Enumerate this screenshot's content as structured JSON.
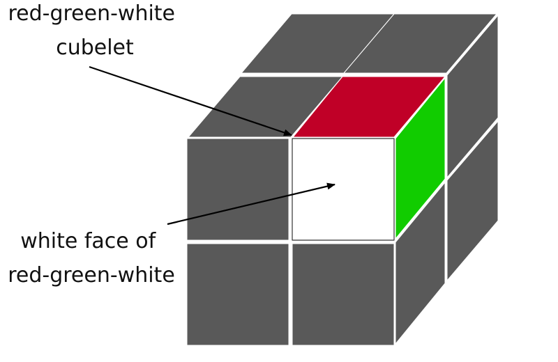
{
  "annotations": {
    "top": {
      "line1": "red-green-white",
      "line2": "cubelet"
    },
    "bottom": {
      "line1": "white face of",
      "line2": "red-green-white"
    }
  },
  "colors": {
    "dark": "#595959",
    "red": "#c00027",
    "green": "#11cc00",
    "white": "#ffffff",
    "edge": "#ffffff",
    "outline": "#333333",
    "arrow": "#000000"
  }
}
